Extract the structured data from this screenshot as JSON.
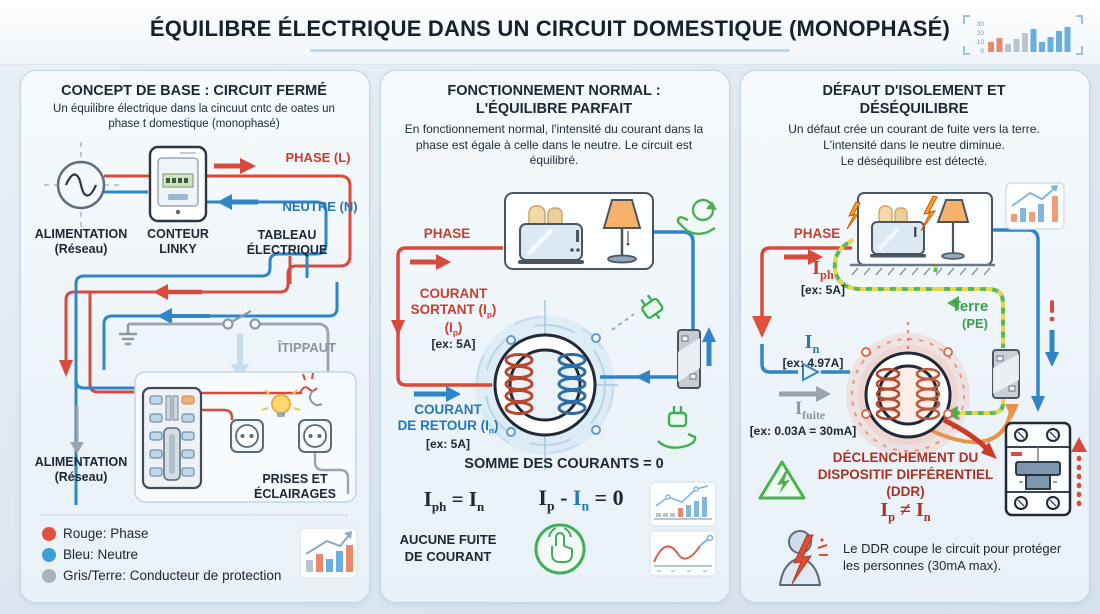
{
  "colors": {
    "phase_red": "#d84b3c",
    "neutral_blue": "#2e86c8",
    "earth_gray": "#9aa4ad",
    "earth_green": "#4caf50",
    "alert_dark_red": "#aa3224",
    "accent_orange": "#e8924a",
    "title_navy": "#17212e"
  },
  "header": {
    "title": "ÉQUILIBRE ÉLECTRIQUE DANS UN CIRCUIT DOMESTIQUE (MONOPHASÉ)",
    "mini_chart_ticks": [
      "30",
      "20",
      "10",
      "0"
    ]
  },
  "p1": {
    "title": "CONCEPT DE BASE : CIRCUIT FERMÉ",
    "subtitle": "Un équilibre électrique dans la cincuut cntc de oates un phase t domestique (monophasé)",
    "alim_top_1": "ALIMENTATION",
    "alim_top_2": "(Réseau)",
    "meter_1": "CONTEUR",
    "meter_2": "LINKY",
    "phase": "PHASE (L)",
    "neutre": "NEUTRE (N)",
    "tableau_1": "TABLEAU",
    "tableau_2": "ÉLECTRIQUE",
    "tippaut": "ÎTIPPAUT",
    "alim_bot_1": "ALIMENTATION",
    "alim_bot_2": "(Réseau)",
    "prises_1": "PRISES ET",
    "prises_2": "ÉCLAIRAGES",
    "legend": [
      {
        "color": "#e0503c",
        "label": "Rouge: Phase"
      },
      {
        "color": "#3b9fd8",
        "label": "Bleu: Neutre"
      },
      {
        "color": "#a7b1b8",
        "label": "Gris/Terre: Conducteur de protection"
      }
    ]
  },
  "p2": {
    "title_1": "FONCTIONNEMENT NORMAL :",
    "title_2": "L'ÉQUILIBRE PARFAIT",
    "subtitle": "En fonctionnement normal, l'intensité du courant dans la phase est égale à celle dans le neutre. Le circuit est équilibré.",
    "phase": "PHASE",
    "sortant_1": "COURANT",
    "sortant_2a": "SORTANT (I",
    "sortant_2s": "p",
    "sortant_2b": ")",
    "sortant_3a": "(I",
    "sortant_3s": "p",
    "sortant_3b": ")",
    "sortant_ex": "[ex: 5A]",
    "retour_1": "COURANT",
    "retour_2a": "DE RETOUR (I",
    "retour_2s": "n",
    "retour_2b": ")",
    "retour_ex": "[ex: 5A]",
    "somme": "SOMME DES COURANTS = 0",
    "f1_a": "I",
    "f1_as": "ph",
    "f1_b": " = I",
    "f1_bs": "n",
    "f2_a": "I",
    "f2_as": "p",
    "f2_b": " - ",
    "f2_c": "I",
    "f2_cs": "n",
    "f2_d": " = 0",
    "aucune_1": "AUCUNE FUITE",
    "aucune_2": "DE COURANT"
  },
  "p3": {
    "title_1": "DÉFAUT D'ISOLEMENT ET",
    "title_2": "DÉSÉQUILIBRE",
    "subtitle_1": "Un défaut crée un courant de fuite vers la terre.",
    "subtitle_2": "L'intensité dans le neutre diminue.",
    "subtitle_3": "Le déséquilibre est détecté.",
    "phase": "PHASE",
    "iph_a": "I",
    "iph_s": "ph",
    "iph_ex": "[ex: 5A]",
    "in_a": "I",
    "in_s": "n",
    "in_ex": "[ex: 4.97A]",
    "ifuite_a": "I",
    "ifuite_s": "fuite",
    "ifuite_ex": "[ex: 0.03A = 30mA]",
    "terre_1": "Terre",
    "terre_2": "(PE)",
    "ddr_1": "DÉCLENCHEMENT DU",
    "ddr_2": "DISPOSITIF DIFFÉRENTIEL",
    "ddr_3": "(DDR)",
    "f_a": "I",
    "f_as": "p",
    "f_b": " ≠ I",
    "f_bs": "n",
    "note_1": "Le DDR coupe le circuit pour protéger",
    "note_2": "les personnes (30mA max)."
  }
}
